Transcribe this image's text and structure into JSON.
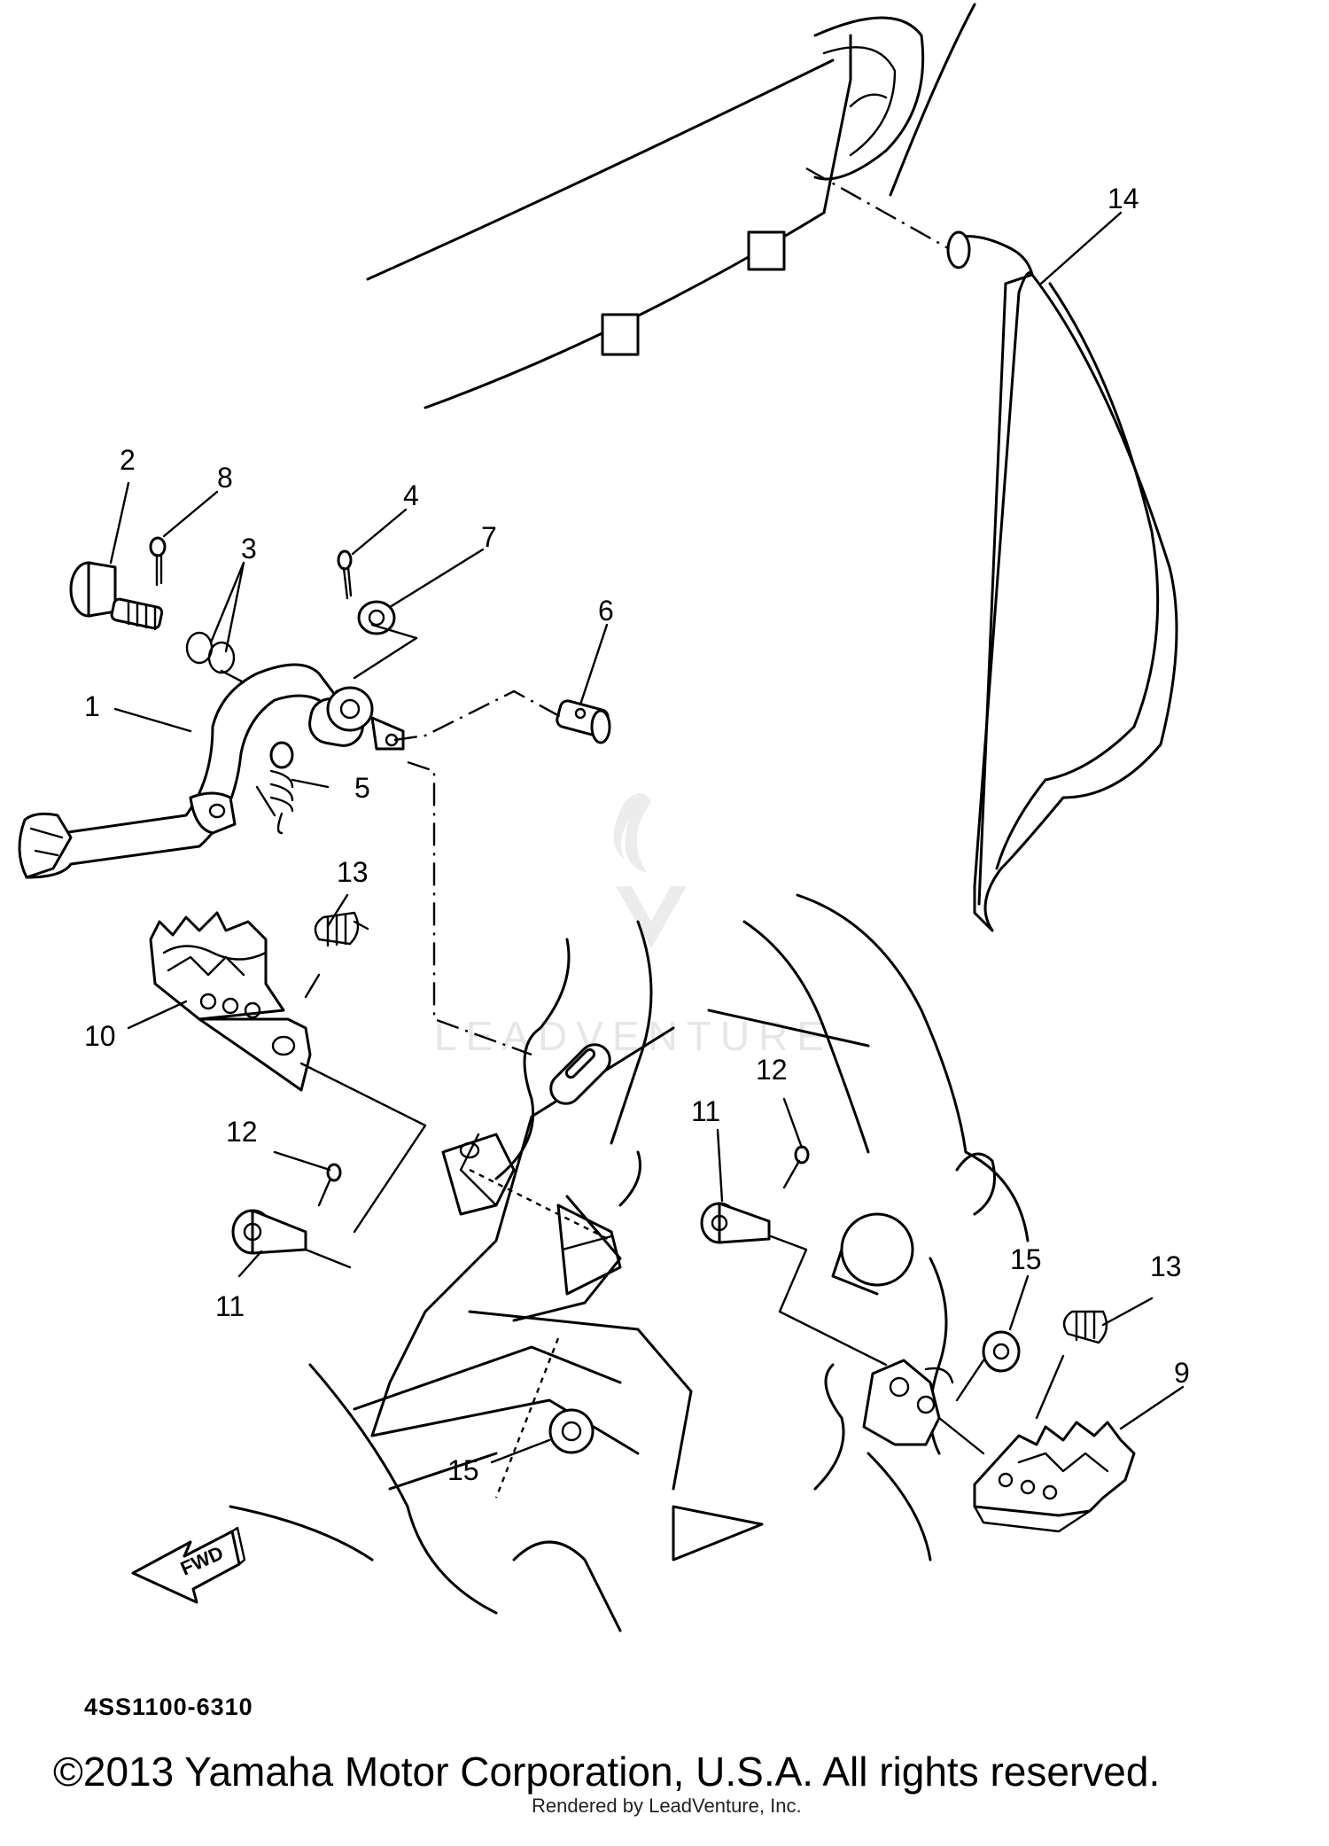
{
  "callouts": [
    {
      "label": "1"
    },
    {
      "label": "2"
    },
    {
      "label": "3"
    },
    {
      "label": "4"
    },
    {
      "label": "5"
    },
    {
      "label": "6"
    },
    {
      "label": "7"
    },
    {
      "label": "8"
    },
    {
      "label": "9"
    },
    {
      "label": "10"
    },
    {
      "label": "11"
    },
    {
      "label": "11"
    },
    {
      "label": "12"
    },
    {
      "label": "12"
    },
    {
      "label": "13"
    },
    {
      "label": "13"
    },
    {
      "label": "14"
    },
    {
      "label": "15"
    },
    {
      "label": "15"
    }
  ],
  "fwd_label": "FWD",
  "diagram_code": "4SS1100-6310",
  "copyright": "©2013 Yamaha Motor Corporation, U.S.A. All rights reserved.",
  "rendered_by": "Rendered by LeadVenture, Inc.",
  "watermark": "LEADVENTURE",
  "colors": {
    "line": "#000000",
    "watermark": "#e6e6e6",
    "background": "#ffffff"
  }
}
